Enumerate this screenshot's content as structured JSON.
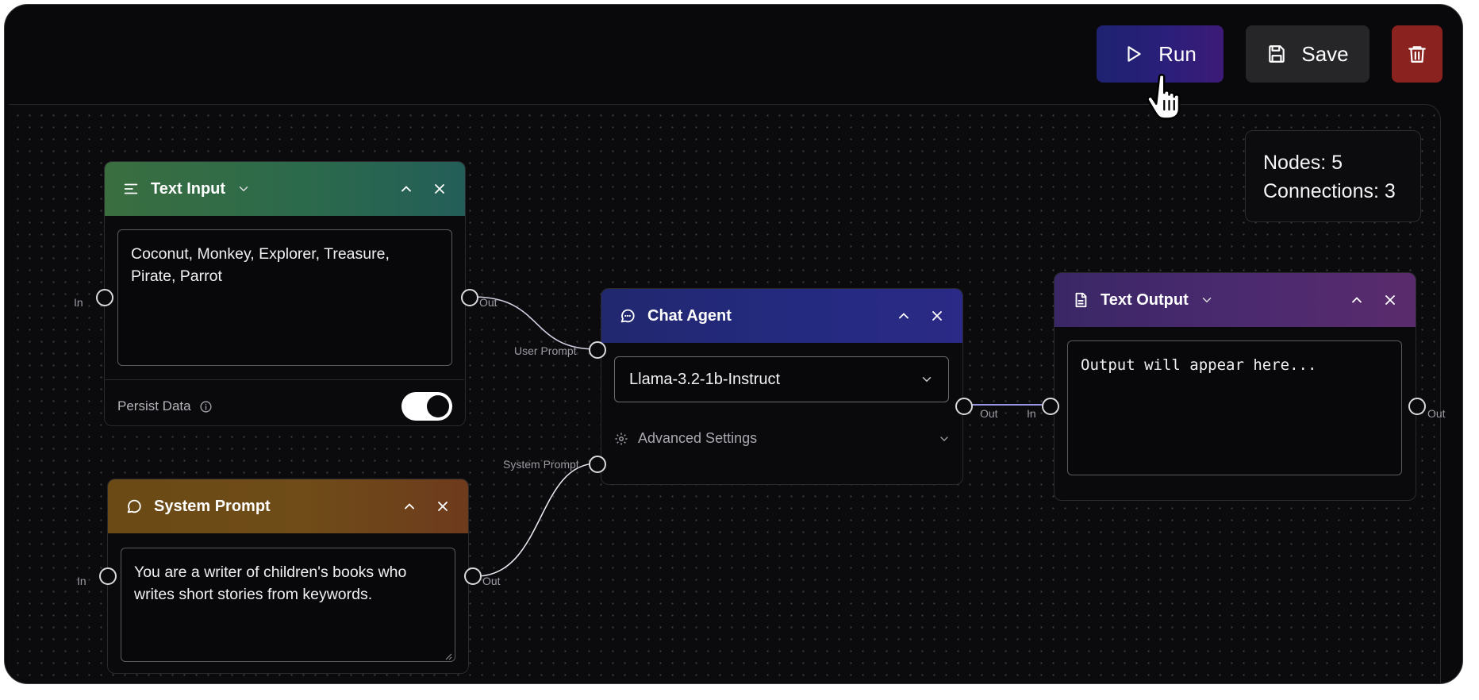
{
  "toolbar": {
    "run_label": "Run",
    "save_label": "Save"
  },
  "stats": {
    "nodes": "Nodes: 5",
    "connections": "Connections: 3"
  },
  "nodes": {
    "text_input": {
      "title": "Text Input",
      "value": "Coconut, Monkey, Explorer, Treasure,\nPirate, Parrot",
      "persist_label": "Persist Data",
      "persist_on": true,
      "in_label": "In",
      "out_label": "Out"
    },
    "system_prompt": {
      "title": "System Prompt",
      "value": "You are a writer of children's books who\nwrites short stories from keywords.",
      "in_label": "In",
      "out_label": "Out"
    },
    "chat_agent": {
      "title": "Chat Agent",
      "model": "Llama-3.2-1b-Instruct",
      "advanced_label": "Advanced Settings",
      "user_prompt_label": "User Prompt",
      "system_prompt_label": "System Prompt",
      "out_label": "Out"
    },
    "text_output": {
      "title": "Text Output",
      "placeholder": "Output will appear here...",
      "in_label": "In",
      "out_label": "Out"
    }
  },
  "colors": {
    "run_button": "#2a1f7a",
    "delete_button": "#8a231f",
    "text_input_header": "#2c6a4c",
    "system_prompt_header": "#6f4c18",
    "chat_agent_header": "#242a80",
    "text_output_header": "#4c2a70"
  }
}
